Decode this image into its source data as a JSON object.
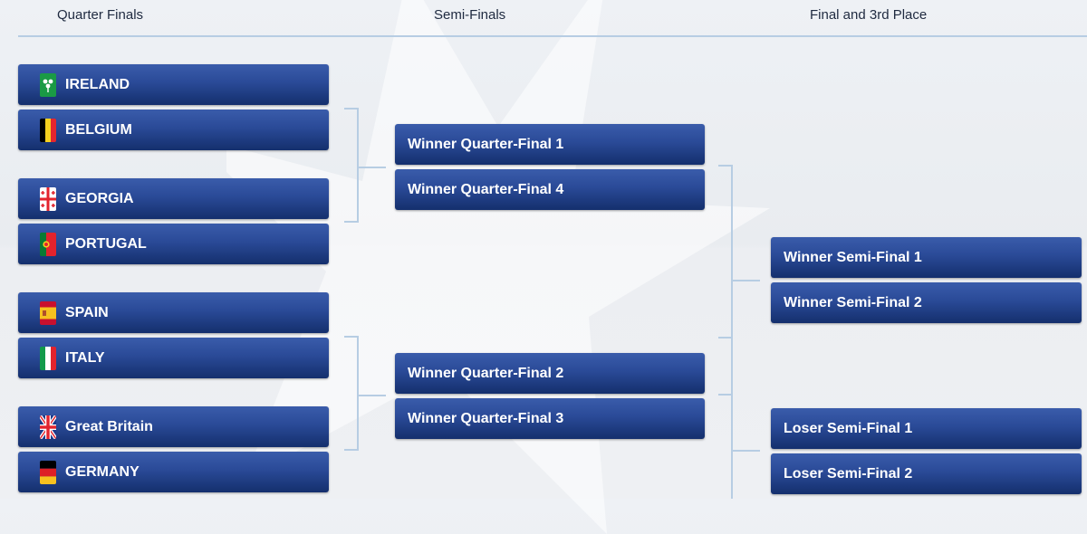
{
  "headers": {
    "quarter_finals": "Quarter Finals",
    "semi_finals": "Semi-Finals",
    "final": "Final and 3rd Place"
  },
  "quarter_finals": [
    {
      "team": "IRELAND",
      "flag": "ireland-flag-icon"
    },
    {
      "team": "BELGIUM",
      "flag": "belgium-flag-icon"
    },
    {
      "team": "GEORGIA",
      "flag": "georgia-flag-icon"
    },
    {
      "team": "PORTUGAL",
      "flag": "portugal-flag-icon"
    },
    {
      "team": "SPAIN",
      "flag": "spain-flag-icon"
    },
    {
      "team": "ITALY",
      "flag": "italy-flag-icon"
    },
    {
      "team": "Great Britain",
      "flag": "great-britain-flag-icon"
    },
    {
      "team": "GERMANY",
      "flag": "germany-flag-icon"
    }
  ],
  "semi_finals": [
    "Winner Quarter-Final 1",
    "Winner Quarter-Final 4",
    "Winner Quarter-Final 2",
    "Winner Quarter-Final 3"
  ],
  "finals": [
    "Winner Semi-Final 1",
    "Winner Semi-Final 2",
    "Loser Semi-Final 1",
    "Loser Semi-Final 2"
  ],
  "colors": {
    "card_top": "#3a5cab",
    "card_bottom": "#142f6d",
    "connector": "#b7cde3",
    "header_text": "#1f2a40"
  }
}
